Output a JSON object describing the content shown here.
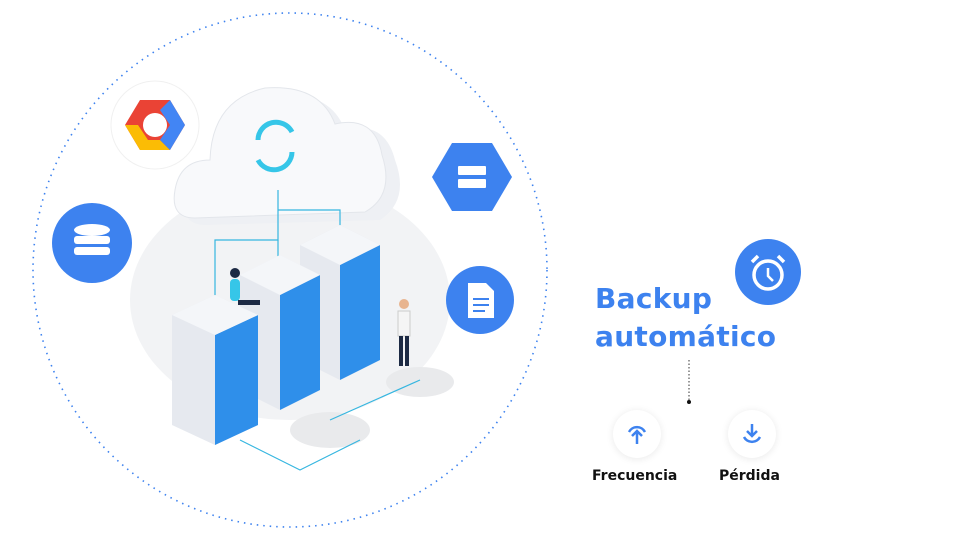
{
  "heading": {
    "line1": "Backup",
    "line2": "automático"
  },
  "options": [
    {
      "label": "Frecuencia",
      "icon": "upload-arrow-icon"
    },
    {
      "label": "Pérdida",
      "icon": "download-arrow-icon"
    }
  ],
  "colors": {
    "accent": "#3d82ef",
    "text": "#111111"
  }
}
